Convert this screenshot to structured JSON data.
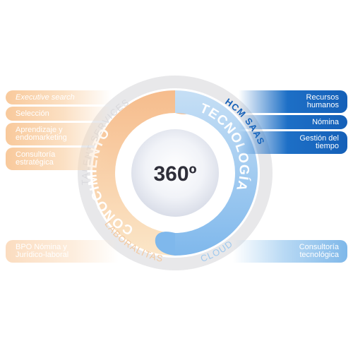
{
  "center": {
    "label": "360º"
  },
  "ring_labels": {
    "talent_services": "TALENT SERVICES",
    "laboralitas": "LABORALITAS",
    "hcm_saas": "HCM SAAS",
    "cloud": "CLOUD"
  },
  "inner_labels": {
    "conocimiento": "CONOCIMIENTO",
    "tecnologia": "TECNOLOGÍA"
  },
  "left_items": [
    {
      "label": "Executive search"
    },
    {
      "label": "Selección"
    },
    {
      "label": "Aprendizaje y\nendomarketing"
    },
    {
      "label": "Consultoría\nestratégica"
    },
    {
      "label": "BPO Nómina y\nJurídico-laboral"
    }
  ],
  "right_items": [
    {
      "label": "Recursos\nhumanos"
    },
    {
      "label": "Nómina"
    },
    {
      "label": "Gestión del\ntiempo"
    },
    {
      "label": "Consultoría\ntecnológica"
    }
  ],
  "colors": {
    "peach": "#f7bf8e",
    "blue": "#8fc3ee",
    "dark_blue": "#1560b8",
    "ring_gray": "#ececee"
  }
}
